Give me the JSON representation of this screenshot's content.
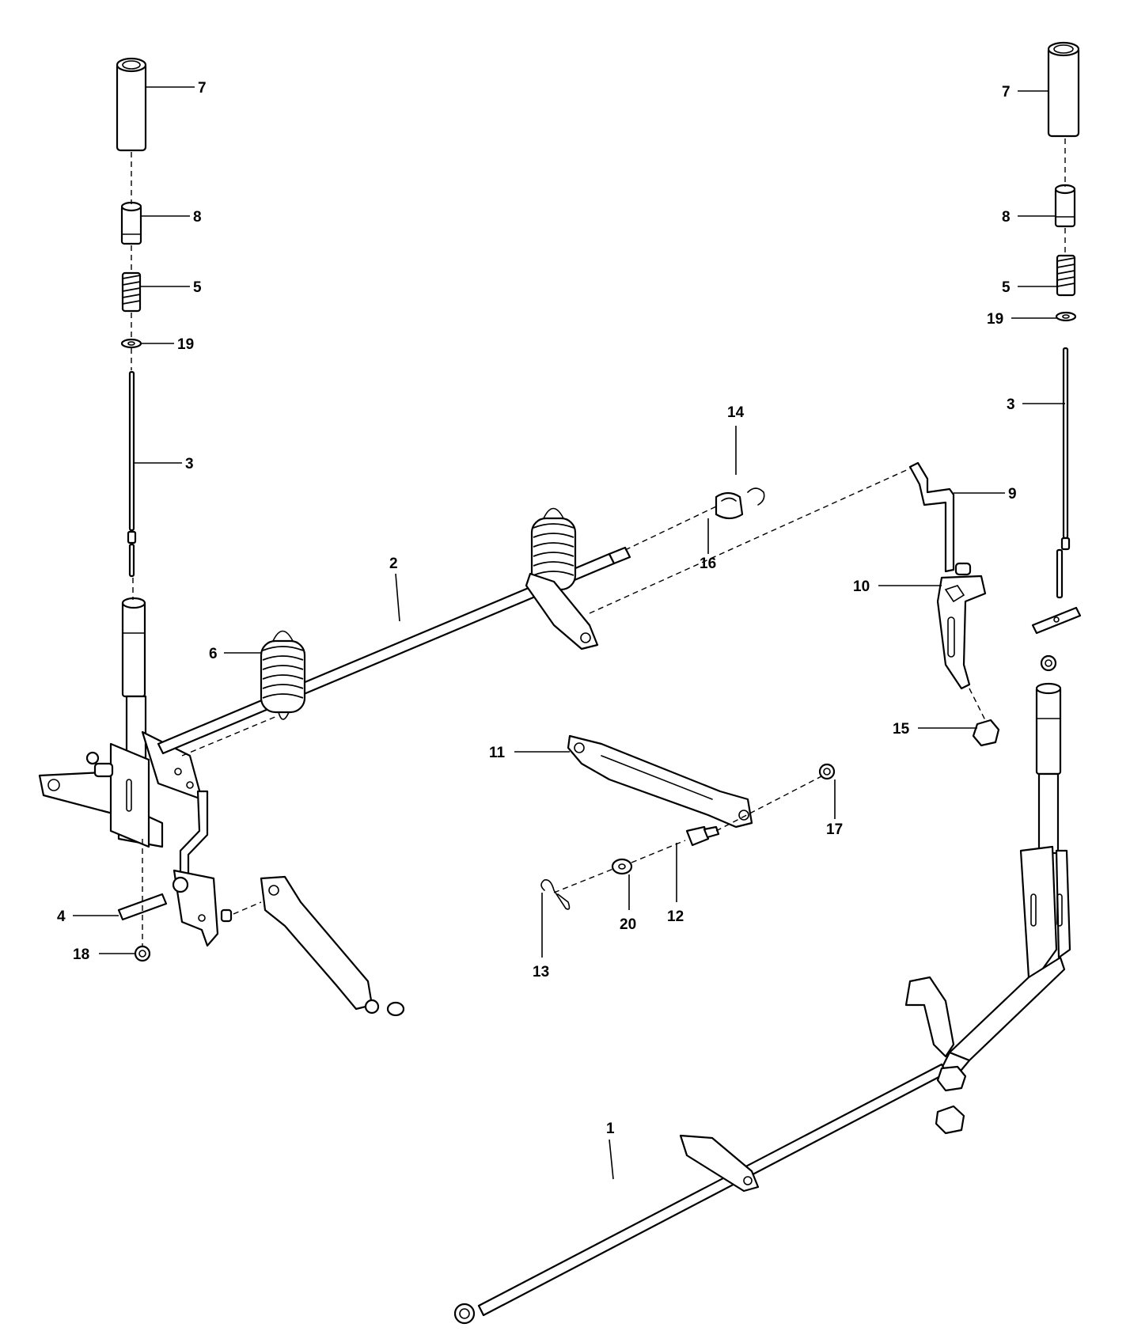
{
  "diagram": {
    "callouts": {
      "c1": "1",
      "c2": "2",
      "c3_left": "3",
      "c3_right": "3",
      "c4": "4",
      "c5_left": "5",
      "c5_right": "5",
      "c6": "6",
      "c7_left": "7",
      "c7_right": "7",
      "c8_left": "8",
      "c8_right": "8",
      "c9": "9",
      "c10": "10",
      "c11": "11",
      "c12": "12",
      "c13": "13",
      "c14": "14",
      "c15": "15",
      "c16": "16",
      "c17": "17",
      "c18": "18",
      "c19_left": "19",
      "c19_right": "19",
      "c20": "20"
    }
  }
}
